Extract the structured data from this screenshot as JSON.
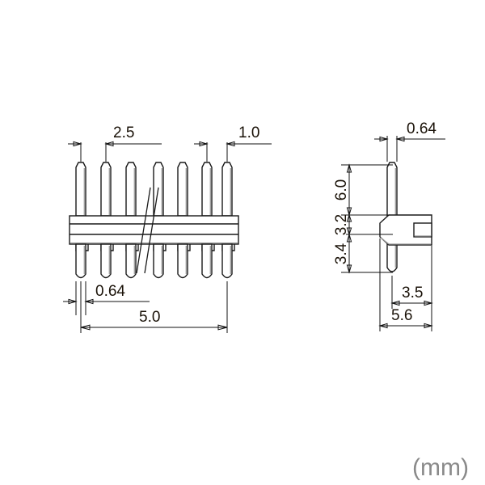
{
  "drawing": {
    "title": "Pin header connector dimensional drawing",
    "unit_label": "(mm)",
    "unit_color": "#8a8a8a",
    "line_color": "#1a1a1a",
    "text_color": "#1a1208",
    "background_color": "#ffffff",
    "views": [
      {
        "id": "front-view",
        "name": "front-view",
        "pin_count": 7,
        "has_break_line": true
      },
      {
        "id": "side-view",
        "name": "side-view",
        "pin_count": 1,
        "has_break_line": false
      }
    ],
    "dimensions": {
      "front": {
        "pitch": "2.5",
        "end_margin": "1.0",
        "pin_width": "0.64",
        "overall_width": "5.0"
      },
      "side": {
        "pin_thickness": "0.64",
        "pin_above": "6.0",
        "body_upper": "3.2",
        "pin_below": "3.4",
        "pin_to_edge": "3.5",
        "overall_depth": "5.6"
      }
    }
  }
}
